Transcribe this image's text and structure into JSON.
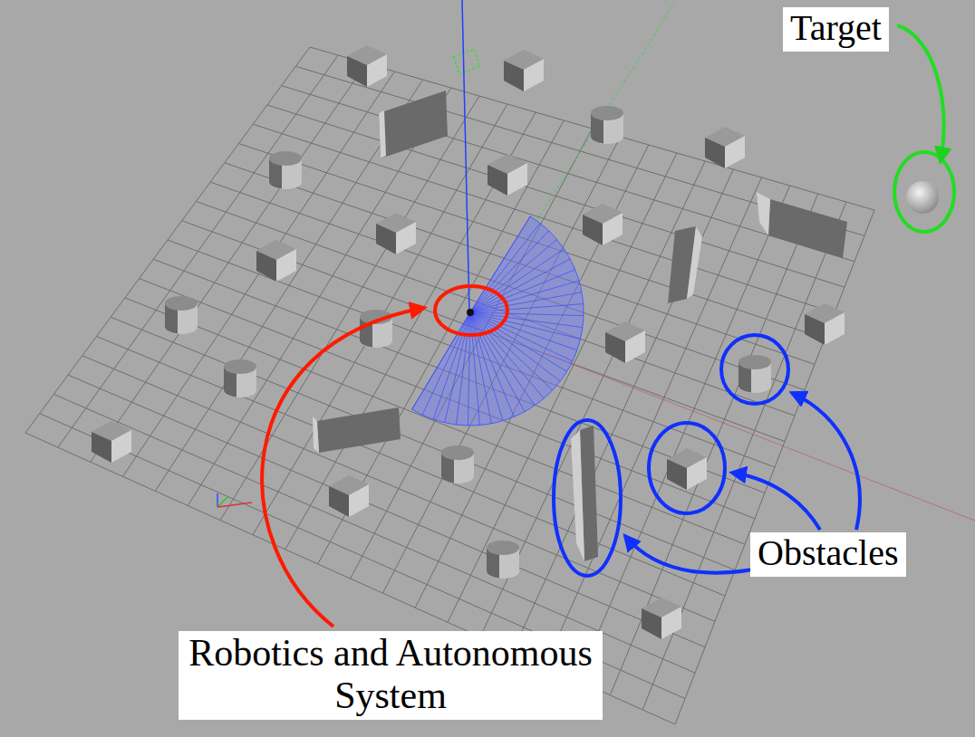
{
  "diagram": {
    "nodes": [
      {
        "text": [
          "Target"
        ]
      },
      {
        "text": [
          "Obstacles"
        ]
      },
      {
        "text": [
          "Robotics and Autonomous System"
        ]
      }
    ]
  }
}
